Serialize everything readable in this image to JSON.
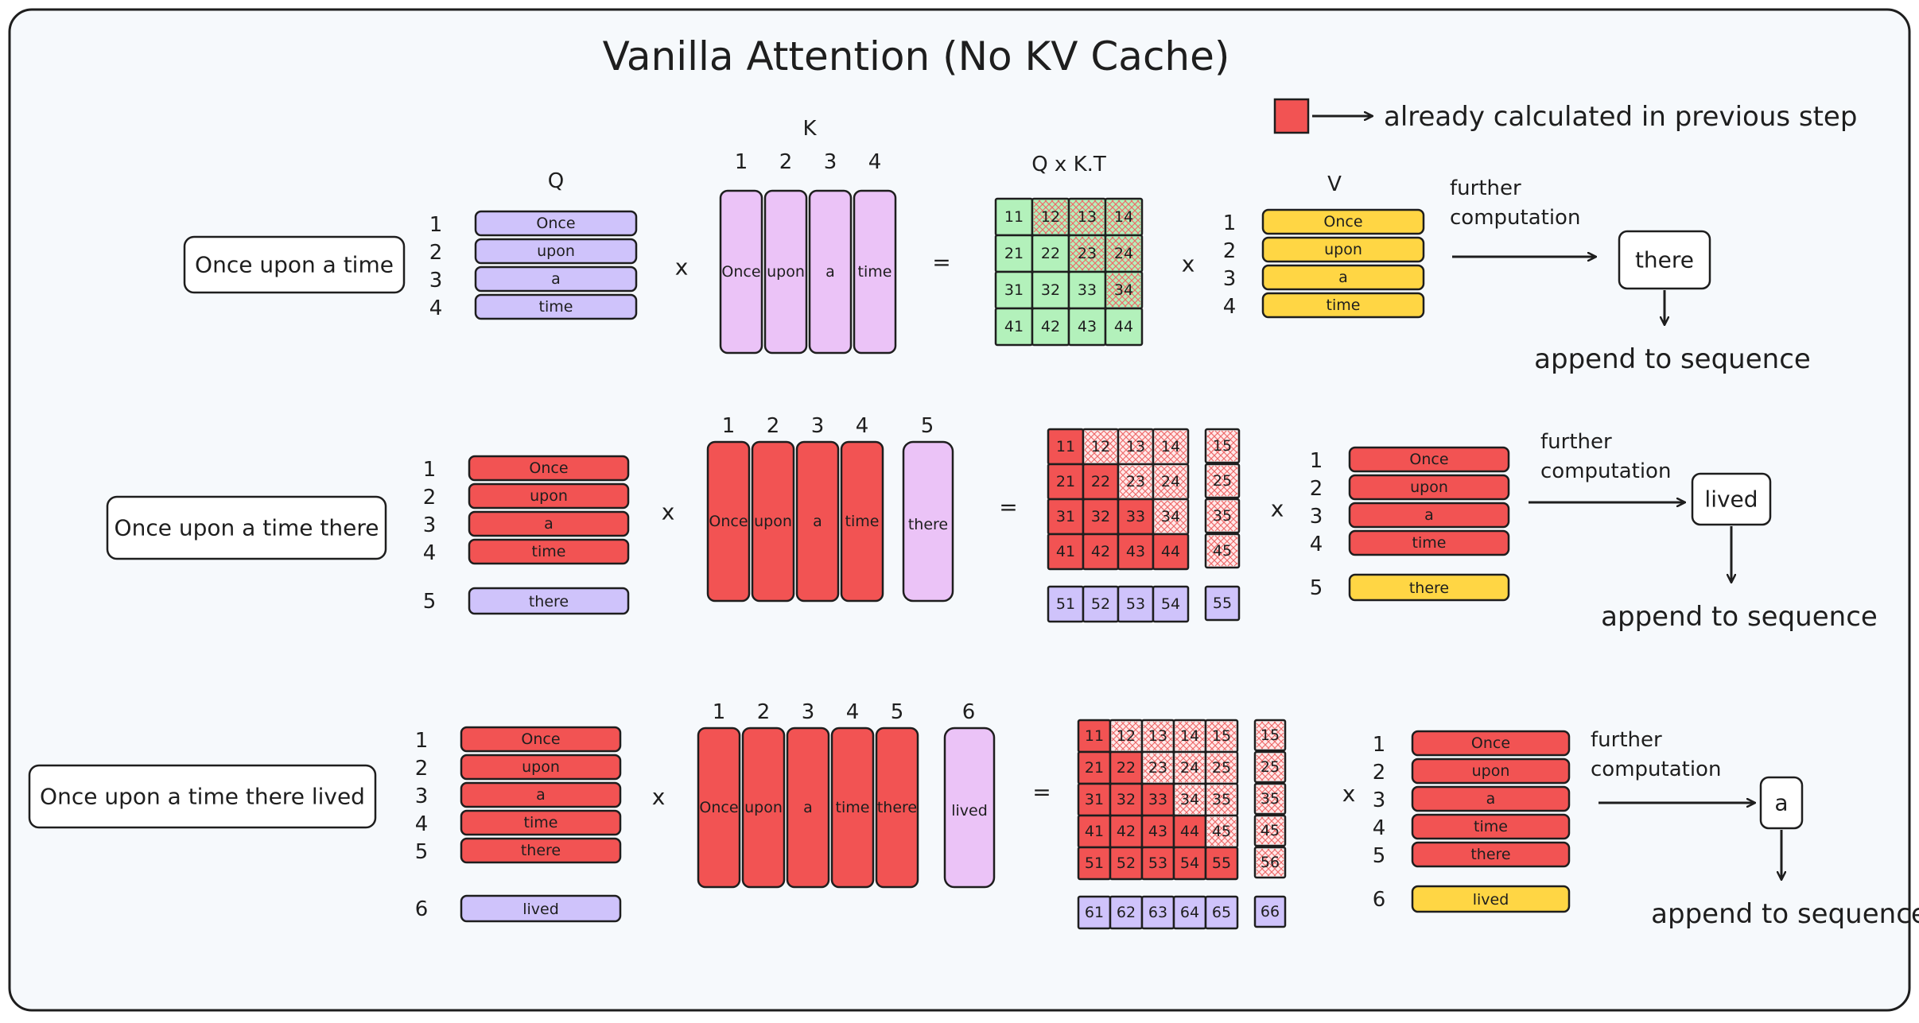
{
  "title": "Vanilla Attention (No KV Cache)",
  "legend": {
    "label": "already calculated in previous step",
    "color": "#f25353"
  },
  "colors": {
    "outline": "#1e1e1e",
    "background": "#f6f9fc",
    "query_new": "#cfc3fb",
    "key_new": "#ebc3f7",
    "value_new": "#ffd644",
    "cached": "#f25353",
    "score_fresh": "#b3f1bb",
    "masked_cell": "#ffeaea",
    "mask_cross": "#ee6a6a"
  },
  "labels": {
    "q": "Q",
    "k": "K",
    "qkt": "Q x K.T",
    "v": "V",
    "times": "x",
    "equals": "=",
    "further": [
      "further",
      "computation"
    ],
    "append": "append to sequence"
  },
  "steps": [
    {
      "input": "Once upon a time",
      "tokens": [
        "Once",
        "upon",
        "a",
        "time"
      ],
      "new_token": null,
      "output": "there",
      "matrix": [
        [
          "11",
          "12",
          "13",
          "14"
        ],
        [
          "21",
          "22",
          "23",
          "24"
        ],
        [
          "31",
          "32",
          "33",
          "34"
        ],
        [
          "41",
          "42",
          "43",
          "44"
        ]
      ],
      "extra_col": [],
      "extra_row": [],
      "extra_corner": null
    },
    {
      "input": "Once upon a time there",
      "tokens": [
        "Once",
        "upon",
        "a",
        "time"
      ],
      "new_token": "there",
      "output": "lived",
      "matrix": [
        [
          "11",
          "12",
          "13",
          "14"
        ],
        [
          "21",
          "22",
          "23",
          "24"
        ],
        [
          "31",
          "32",
          "33",
          "34"
        ],
        [
          "41",
          "42",
          "43",
          "44"
        ]
      ],
      "extra_col": [
        "15",
        "25",
        "35",
        "45"
      ],
      "extra_row": [
        "51",
        "52",
        "53",
        "54"
      ],
      "extra_corner": "55"
    },
    {
      "input": "Once upon a time there lived",
      "tokens": [
        "Once",
        "upon",
        "a",
        "time",
        "there"
      ],
      "new_token": "lived",
      "output": "a",
      "matrix": [
        [
          "11",
          "12",
          "13",
          "14",
          "15"
        ],
        [
          "21",
          "22",
          "23",
          "24",
          "25"
        ],
        [
          "31",
          "32",
          "33",
          "34",
          "35"
        ],
        [
          "41",
          "42",
          "43",
          "44",
          "45"
        ],
        [
          "51",
          "52",
          "53",
          "54",
          "55"
        ]
      ],
      "extra_col": [
        "15",
        "25",
        "35",
        "45",
        "56"
      ],
      "extra_row": [
        "61",
        "62",
        "63",
        "64",
        "65"
      ],
      "extra_corner": "66"
    }
  ]
}
